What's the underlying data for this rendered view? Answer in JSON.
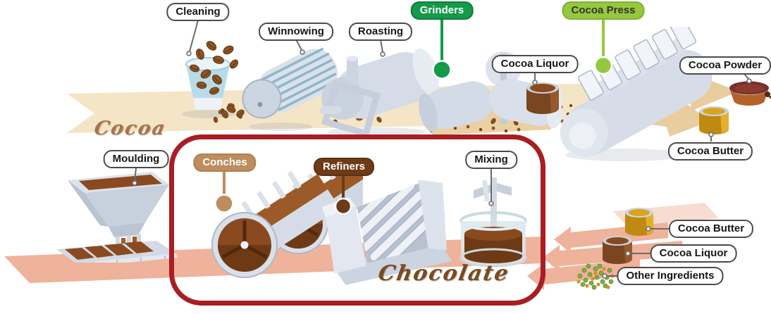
{
  "diagram": {
    "cocoa": {
      "flow_label": "Cocoa",
      "steps": {
        "cleaning": "Cleaning",
        "winnowing": "Winnowing",
        "roasting": "Roasting",
        "grinders": "Grinders",
        "cocoa_liquor": "Cocoa Liquor",
        "cocoa_press": "Cocoa Press",
        "cocoa_powder": "Cocoa Powder",
        "cocoa_butter": "Cocoa Butter"
      }
    },
    "chocolate": {
      "flow_label": "Chocolate",
      "steps": {
        "moulding": "Moulding",
        "conches": "Conches",
        "refiners": "Refiners",
        "mixing": "Mixing"
      },
      "ingredients": {
        "cocoa_butter": "Cocoa Butter",
        "cocoa_liquor": "Cocoa Liquor",
        "other_ingredients": "Other Ingredients"
      }
    },
    "highlight": {
      "encloses": [
        "Conches",
        "Refiners",
        "Mixing"
      ]
    },
    "colors": {
      "green_pill": "#149a49",
      "lightgreen_pill": "#95c83e",
      "tan_pill": "#bd8d5f",
      "brown_pill": "#6e3b17",
      "highlight_red": "#a81e22",
      "cocoa_band": "#f3e5c6",
      "cocoa_band_dark": "#e9cd9e",
      "chocolate_band": "#efb29a",
      "script_cocoa": "#a8744b",
      "script_chocolate": "#7b4a1e"
    }
  }
}
